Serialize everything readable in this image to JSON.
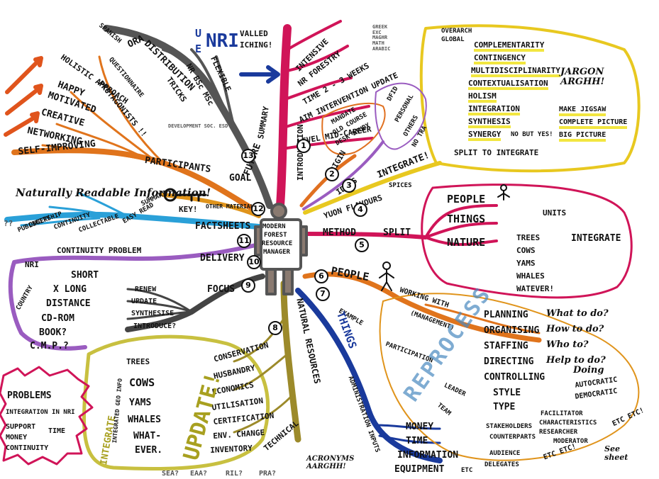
{
  "center": {
    "lines": [
      "MODERN",
      "FOREST",
      "RESOURCE",
      "MANAGER"
    ]
  },
  "banner": {
    "u1": "U",
    "u2": "E",
    "nri": "NRI",
    "suffix1": "VALLED",
    "suffix2": "ICHING!",
    "greek": "GREEK\nEXC\nMAGHR\nMATH\nARABIC"
  },
  "branches": {
    "introduction": {
      "label": "INTRODUCTION",
      "items": [
        "INTENSIVE",
        "NR FORESTRY",
        "TIME 2 - 3 WEEKS",
        "AIM INTERVENTION UPDATE",
        "LEVEL MID-CAREER"
      ]
    },
    "summary": {
      "label": "SUMMARY"
    },
    "future": {
      "label": "FUTURE"
    },
    "origin": {
      "label": "ORIGIN",
      "items": [
        "MANDATE",
        "OLD COURSE",
        "DESK STUDY"
      ]
    },
    "ideas": {
      "label": "IDEAS",
      "items": [
        "DFID",
        "PERSONAL",
        "OTHERS",
        "NO TRA"
      ]
    },
    "integrate": {
      "label": "INTEGRATE!",
      "items": [
        "OVERARCH",
        "GLOBAL",
        "COMPLEMENTARITY",
        "CONTINGENCY",
        "MULTIDISCIPLINARITY",
        "CONTEXTUALISATION",
        "HOLISM",
        "INTEGRATION",
        "SYNTHESIS",
        "SYNERGY"
      ],
      "note": "NO BUT YES!",
      "jargon": "JARGON\nARGHH!",
      "make": [
        "MAKE JIGSAW",
        "COMPLETE PICTURE",
        "BIG PICTURE"
      ],
      "split": "SPLIT TO INTEGRATE"
    },
    "flavours": {
      "label": "YUON FLAVOURS",
      "extra": "SPICES"
    },
    "method": {
      "label": "METHOD",
      "split": "SPLIT",
      "people": "PEOPLE",
      "things": "THINGS",
      "nature": "NATURE",
      "units": "UNITS",
      "sub": [
        "TREES",
        "COWS",
        "YAMS",
        "WHALES",
        "WATEVER!"
      ],
      "integrate": "INTEGRATE"
    },
    "people": {
      "label": "PEOPLE",
      "example": "EXAMPLE",
      "working": "WORKING WITH",
      "management": "(MANAGEMENT)",
      "participation": "PARTICIPATION",
      "rows": [
        [
          "PLANNING",
          "What to do?"
        ],
        [
          "ORGANISING",
          "How to do?"
        ],
        [
          "STAFFING",
          "Who to?"
        ],
        [
          "DIRECTING",
          "Help to do?"
        ],
        [
          "CONTROLLING",
          "Doing"
        ]
      ],
      "style": "STYLE",
      "type": "TYPE",
      "leader": "LEADER",
      "team": "TEAM",
      "autocratic": "AUTOCRATIC",
      "democratic": "DEMOCRATIC",
      "facilitator": "FACILITATOR",
      "characteristics": "CHARACTERISTICS",
      "researcher": "RESEARCHER",
      "moderator": "MODERATOR",
      "etc1": "ETC ETC!",
      "stakeholders": "STAKEHOLDERS",
      "counterparts": "COUNTERPARTS",
      "audience": "AUDIENCE",
      "delegates": "DELEGATES",
      "etc2": "ETC ETC!",
      "see": "See\nsheet",
      "reprocess": "REPROCESS"
    },
    "things": {
      "label": "THINGS",
      "admin": "ADMINISTRATION INPUTS",
      "items": [
        "MONEY",
        "TIME",
        "INFORMATION",
        "EQUIPMENT"
      ],
      "etc": "ETC"
    },
    "natural": {
      "label": "NATURAL RESOURCES",
      "technical": "TECHNICAL",
      "items": [
        "CONSERVATION",
        "HUSBANDRY",
        "ECONOMICS",
        "UTILISATION",
        "CERTIFICATION",
        "ENV. CHANGE",
        "INVENTORY"
      ],
      "acronyms": "ACRONYMS\nAARGHH!",
      "bottom": [
        "SEA?",
        "EAA?",
        "RIL?",
        "PRA?"
      ]
    },
    "update": {
      "label": "UPDATE!",
      "integrate": "INTEGRATE",
      "geo": "INTEGRATED GEO INFO",
      "items": [
        "TREES",
        "COWS",
        "YAMS",
        "WHALES",
        "WHAT-",
        "EVER."
      ]
    },
    "focus": {
      "label": "FOCUS",
      "items": [
        "RENEW",
        "UPDATE",
        "SYNTHESISE",
        "INTRODUCE?"
      ]
    },
    "delivery": {
      "label": "DELIVERY",
      "continuity": "CONTINUITY PROBLEM",
      "nri": "NRI",
      "country": "COUNTRY",
      "items": [
        "SHORT",
        "X LONG",
        "DISTANCE",
        "CD-ROM",
        "BOOK?",
        "C.M.P.?"
      ]
    },
    "factsheets": {
      "label": "FACTSHEETS",
      "nri": "Naturally Readable Information!",
      "key": "KEY!",
      "other": "OTHER MATERIAL",
      "items": [
        "SUMMARY",
        "EASY READ",
        "COLLECTABLE",
        "CONTINUITY",
        "OWNERSHIP",
        "PUBLICITY"
      ],
      "q": "??"
    },
    "goal": {
      "label": "GOAL"
    },
    "participants": {
      "label": "PARTICIPANTS",
      "items": [
        "HOLISTIC APPROACH",
        "PROTAGONISTS !!",
        "HAPPY",
        "MOTIVATED",
        "CREATIVE",
        "NETWORKING",
        "SELF-IMPROVING"
      ]
    },
    "distribution": {
      "label": "DISTRIBUTION",
      "items": [
        "SPANISH",
        "ORA",
        "QUESTIONNAIRE",
        "TRICKS",
        "NR BSc MSc",
        "FLEXIBLE",
        "DEVELOPMENT SOC. ESD"
      ]
    }
  },
  "numbers": [
    "1",
    "2",
    "3",
    "4",
    "5",
    "6",
    "7",
    "8",
    "9",
    "10",
    "11",
    "12",
    "13"
  ],
  "problems": {
    "title": "PROBLEMS",
    "items": [
      "INTEGRATION IN NRI",
      "SUPPORT",
      "TIME",
      "MONEY",
      "CONTINUITY"
    ]
  }
}
